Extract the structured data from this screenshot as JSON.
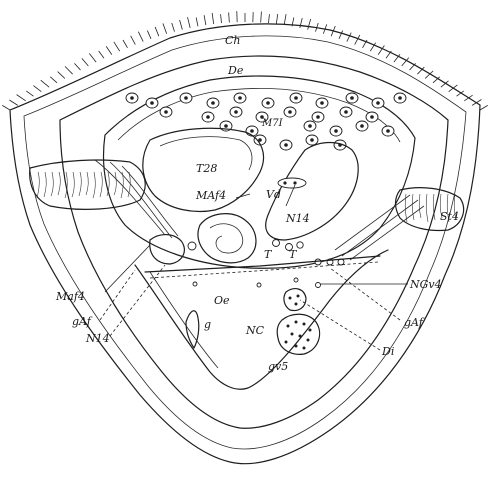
{
  "labels": {
    "ch": "Ch",
    "de": "De",
    "m7": "M7I",
    "t28": "T28",
    "maf4_upper": "MAf4",
    "vd": "Vd",
    "n14_upper": "N14",
    "st4": "St4",
    "t_left": "T",
    "t_right": "T",
    "maf4_left": "Maf4",
    "gaf_left": "gAf",
    "n14_lower": "N14",
    "oe": "Oe",
    "g": "g",
    "nc": "NC",
    "ngv4": "NGv4",
    "gaf_right": "gAf",
    "di": "Di",
    "gv5": "gv5"
  }
}
